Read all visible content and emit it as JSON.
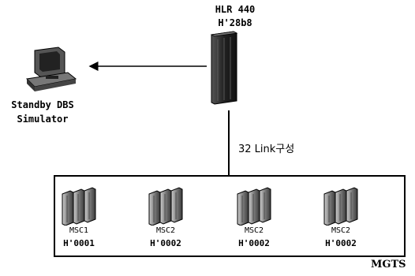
{
  "hlr": {
    "title": "HLR 440",
    "code": "H'28b8"
  },
  "simulator": {
    "line1": "Standby DBS",
    "line2": "Simulator"
  },
  "link_label": "32 Link구성",
  "mgts_label": "MGTS",
  "msc_nodes": [
    {
      "name": "MSC1",
      "code": "H'0001"
    },
    {
      "name": "MSC2",
      "code": "H'0002"
    },
    {
      "name": "MSC2",
      "code": "H'0002"
    },
    {
      "name": "MSC2",
      "code": "H'0002"
    }
  ]
}
